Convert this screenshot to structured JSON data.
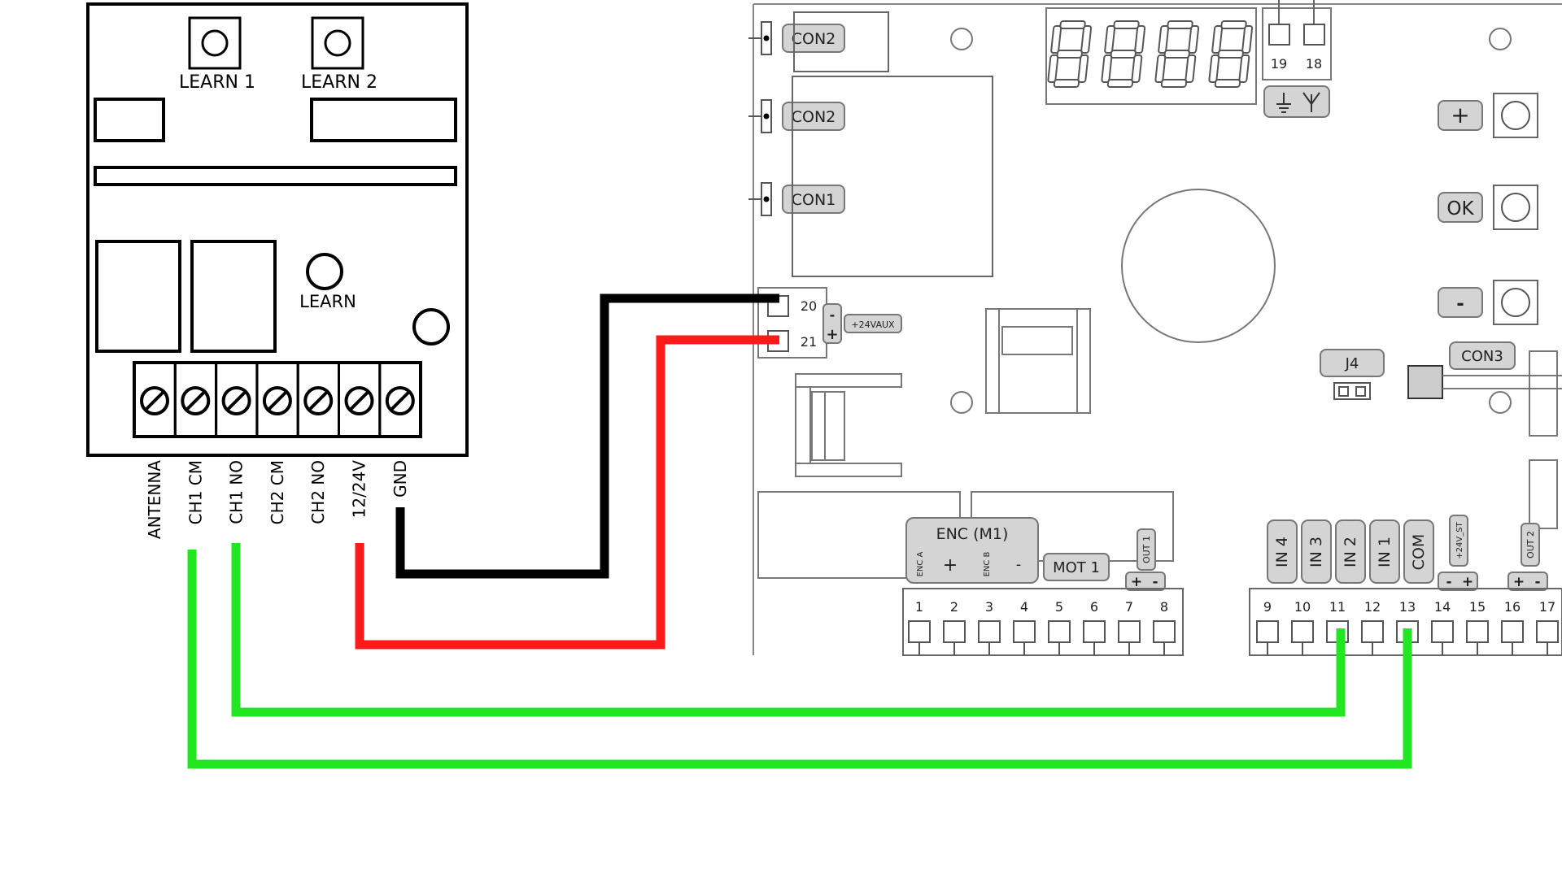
{
  "receiver": {
    "button_learn1": "LEARN 1",
    "button_learn2": "LEARN 2",
    "button_learn": "LEARN",
    "terminals": [
      "ANTENNA",
      "CH1 CM",
      "CH1 NO",
      "CH2 CM",
      "CH2 NO",
      "12/24V",
      "GND"
    ]
  },
  "board": {
    "connectors": [
      "CON2",
      "CON2",
      "CON1"
    ],
    "aux_pins": [
      "20",
      "21"
    ],
    "aux_signs": [
      "-",
      "+"
    ],
    "aux_tag": "+24VAUX",
    "top_pins": [
      "19",
      "18"
    ],
    "buttons": [
      "+",
      "OK",
      "-"
    ],
    "j4": "J4",
    "con3": "CON3",
    "enc": "ENC (M1)",
    "enc_a": "ENC A",
    "enc_b": "ENC B",
    "enc_plus": "+",
    "enc_minus": "-",
    "mot": "MOT 1",
    "out1": "OUT 1",
    "out2": "OUT 2",
    "st": "+24V_ST",
    "pm_signs": [
      "+",
      "-"
    ],
    "mp_signs": [
      "-",
      "+"
    ],
    "inputs": [
      "IN 4",
      "IN 3",
      "IN 2",
      "IN 1",
      "COM"
    ],
    "terminals_left": [
      "1",
      "2",
      "3",
      "4",
      "5",
      "6",
      "7",
      "8"
    ],
    "terminals_right": [
      "9",
      "10",
      "11",
      "12",
      "13",
      "14",
      "15",
      "16",
      "17"
    ]
  },
  "colors": {
    "black_wire": "#000000",
    "red_wire": "#ff1a1a",
    "green_wire": "#22e622",
    "label_fill": "#d4d4d4"
  }
}
